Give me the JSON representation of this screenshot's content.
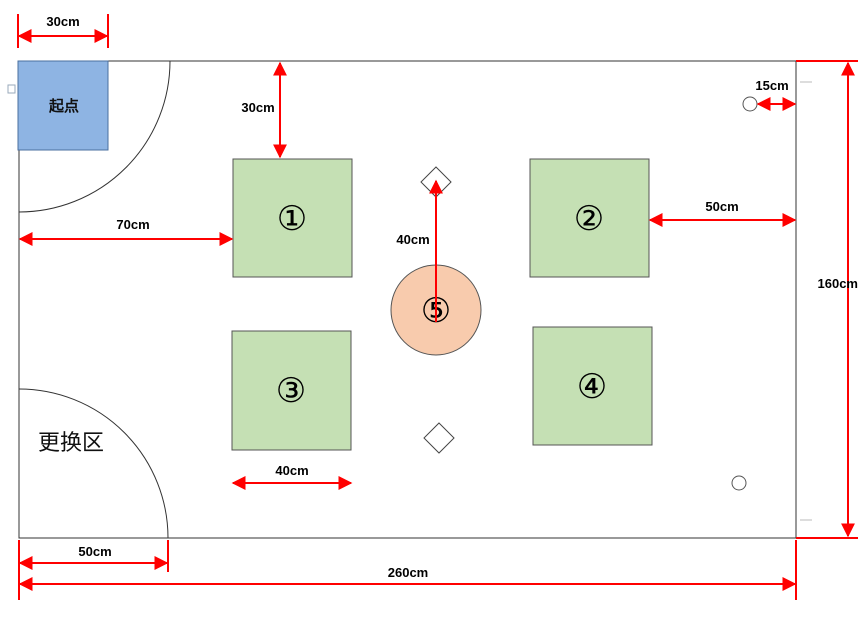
{
  "colors": {
    "arrow": "#ff0000",
    "green_box": "#c5e0b4",
    "start_box": "#8eb4e3",
    "center_circle": "#f8cbad"
  },
  "field": {
    "start_label": "起点",
    "swap_label": "更换区",
    "boxes": [
      "①",
      "②",
      "③",
      "④"
    ],
    "center_label": "⑤"
  },
  "dims": {
    "start_width": "30cm",
    "top_gap": "30cm",
    "corner_circle": "15cm",
    "left_gap": "70cm",
    "right_gap": "50cm",
    "center_dist": "40cm",
    "height": "160cm",
    "box_width": "40cm",
    "swap_radius": "50cm",
    "total_width": "260cm"
  }
}
